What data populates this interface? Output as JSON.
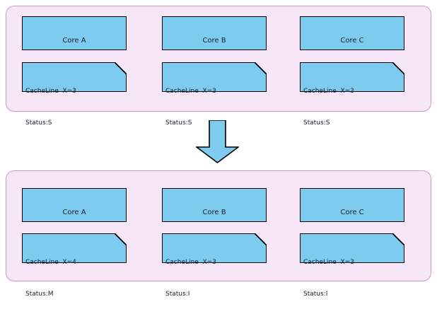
{
  "diagram": {
    "type": "cache-coherence-state-transition",
    "colors": {
      "box_fill": "#7dccef",
      "box_border": "#000000",
      "panel_fill": "#f6e6f7",
      "panel_border": "#cc99cc",
      "background": "#ffffff",
      "text": "#1a1a2e"
    },
    "arrow": {
      "name": "downward-transition-arrow",
      "direction": "down"
    },
    "panels": [
      {
        "id": "before",
        "columns": [
          {
            "core_label": "Core A",
            "cache_line": "CacheLine  X=3",
            "status": "Status:S"
          },
          {
            "core_label": "Core B",
            "cache_line": "CacheLine  X=3",
            "status": "Status:S"
          },
          {
            "core_label": "Core C",
            "cache_line": "CacheLine  X=3",
            "status": "Status:S"
          }
        ]
      },
      {
        "id": "after",
        "columns": [
          {
            "core_label": "Core A",
            "cache_line": "CacheLine  X=4",
            "status": "Status:M"
          },
          {
            "core_label": "Core B",
            "cache_line": "CacheLine  X=3",
            "status": "Status:I"
          },
          {
            "core_label": "Core C",
            "cache_line": "CacheLine  X=3",
            "status": "Status:I"
          }
        ]
      }
    ]
  }
}
